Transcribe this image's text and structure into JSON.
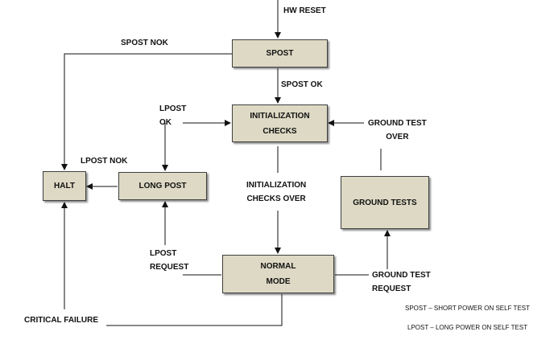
{
  "boxes": {
    "spost": "SPOST",
    "init_line1": "INITIALIZATION",
    "init_line2": "CHECKS",
    "halt": "HALT",
    "long_post": "LONG POST",
    "ground_tests": "GROUND  TESTS",
    "normal_line1": "NORMAL",
    "normal_line2": "MODE"
  },
  "labels": {
    "hw_reset": "HW RESET",
    "spost_nok": "SPOST NOK",
    "spost_ok": "SPOST OK",
    "lpost_ok_line1": "LPOST",
    "lpost_ok_line2": "OK",
    "ground_test_over_line1": "GROUND TEST",
    "ground_test_over_line2": "OVER",
    "lpost_nok": "LPOST NOK",
    "init_over_line1": "INITIALIZATION",
    "init_over_line2": "CHECKS OVER",
    "lpost_request_line1": "LPOST",
    "lpost_request_line2": "REQUEST",
    "ground_test_request_line1": "GROUND TEST",
    "ground_test_request_line2": "REQUEST",
    "critical_failure": "CRITICAL  FAILURE"
  },
  "legend": {
    "spost": "SPOST – SHORT POWER ON SELF TEST",
    "lpost": "LPOST – LONG POWER ON SELF TEST"
  }
}
